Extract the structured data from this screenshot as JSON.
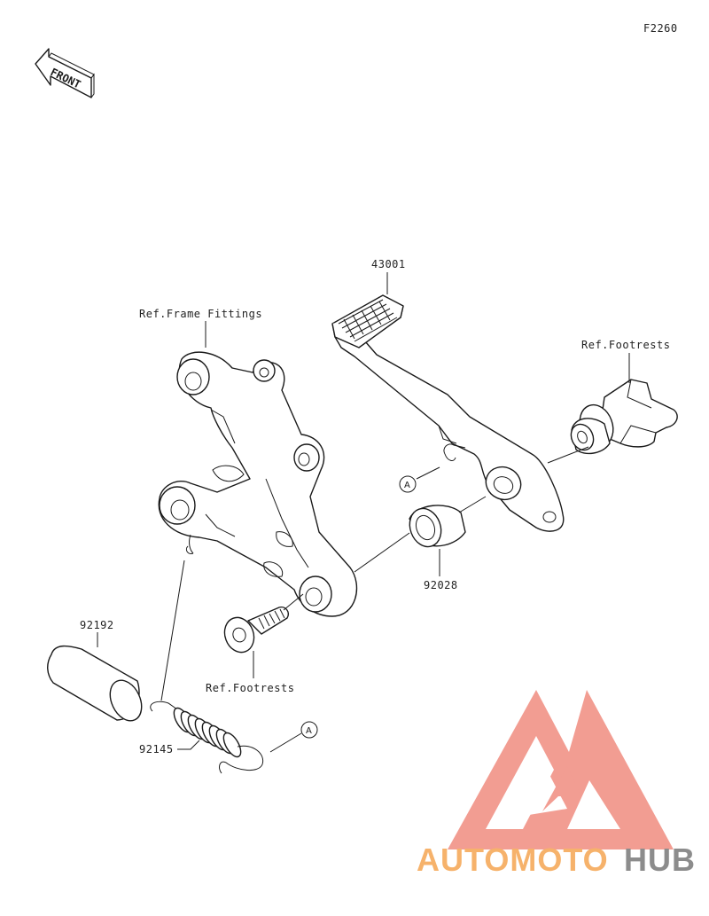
{
  "diagram_code": "F2260",
  "front_label": "FRONT",
  "callouts": {
    "pedal_part": "43001",
    "frame_ref": "Ref.Frame Fittings",
    "footrest_ref_right": "Ref.Footrests",
    "footrest_ref_bottom": "Ref.Footrests",
    "collar_part": "92028",
    "sleeve_part": "92192",
    "spring_part": "92145",
    "marker_a_upper": "A",
    "marker_a_lower": "A"
  },
  "watermark": {
    "word_orange": "AUTOMOTO",
    "word_gray": "HUB",
    "color_logo": "#f08c80",
    "color_orange": "#f6b26b",
    "color_gray": "#8c8c8c"
  }
}
